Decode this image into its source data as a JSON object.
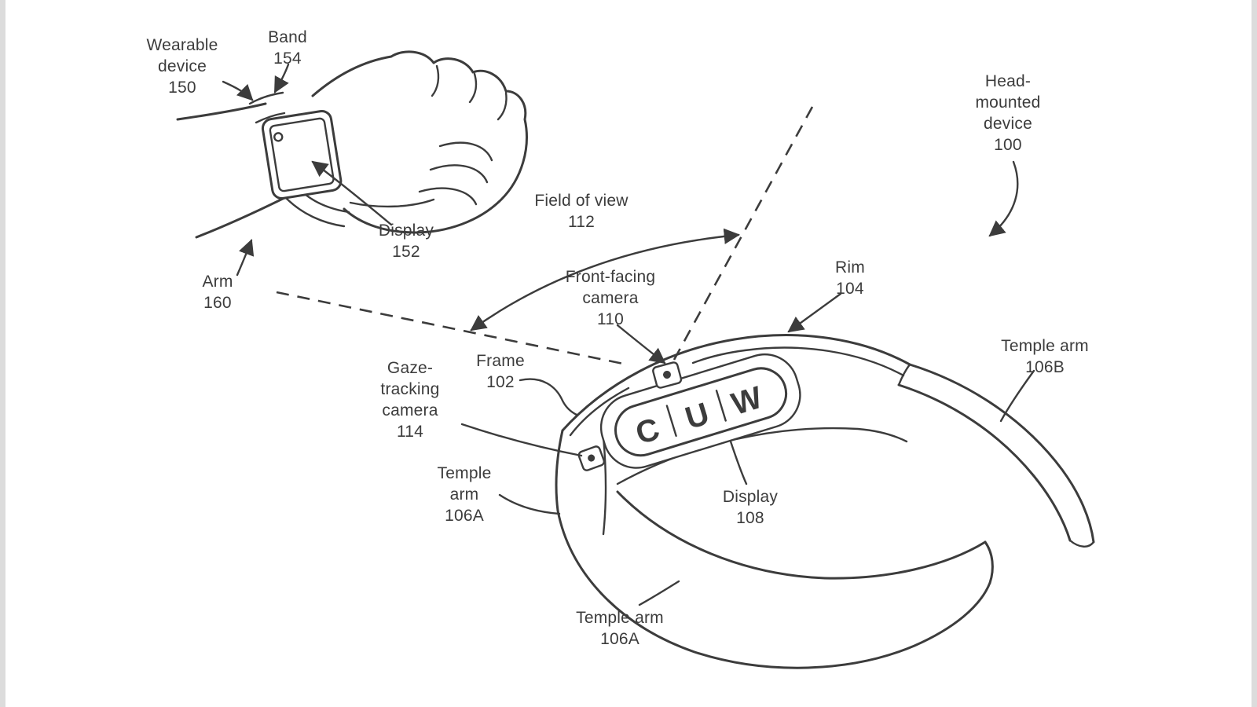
{
  "figure": {
    "title": "Patent figure: head-mounted device and wearable device",
    "labels": {
      "wearable_device": "Wearable\ndevice\n150",
      "band": "Band\n154",
      "display_watch": "Display\n152",
      "arm": "Arm\n160",
      "field_of_view": "Field of view\n112",
      "front_facing_camera": "Front-facing\ncamera\n110",
      "head_mounted_device": "Head-\nmounted\ndevice\n100",
      "rim": "Rim\n104",
      "temple_arm_right": "Temple arm\n106B",
      "frame": "Frame\n102",
      "gaze_tracking_camera": "Gaze-\ntracking\ncamera\n114",
      "temple_arm_left_side": "Temple\narm\n106A",
      "display_hmd": "Display\n108",
      "temple_arm_bottom": "Temple arm\n106A"
    },
    "display_letters": [
      "C",
      "U",
      "W"
    ],
    "colors": {
      "ink": "#3c3c3c",
      "background": "#ffffff"
    }
  }
}
